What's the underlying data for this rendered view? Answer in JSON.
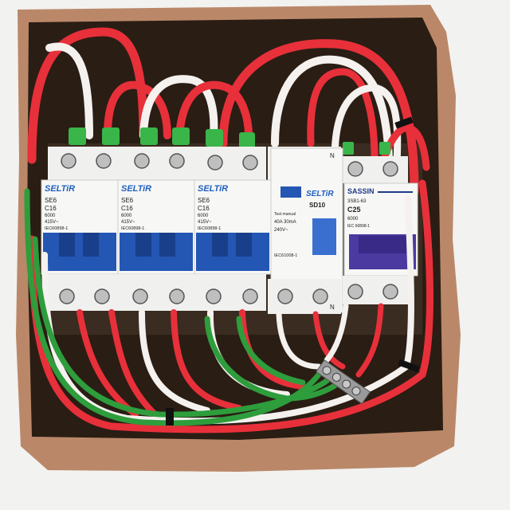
{
  "colors": {
    "wall": "#f2f2f0",
    "cavity": "#2a1d14",
    "rust": "#9a5a34",
    "wire_red": "#e8303a",
    "wire_white": "#f4f1ee",
    "wire_green": "#2e9d3c",
    "breaker_body": "#f7f7f5",
    "breaker_blue": "#2456b4",
    "brand_blue": "#1f5fbf",
    "rcd_blue": "#3a6fd0",
    "purple": "#4b3aa0"
  },
  "breakers": [
    {
      "brand": "SELTiR",
      "model": "SE6",
      "rating": "C16",
      "code": "6000",
      "voltage": "415V~",
      "standard": "IEC60898-1"
    },
    {
      "brand": "SELTiR",
      "model": "SE6",
      "rating": "C16",
      "code": "6000",
      "voltage": "415V~",
      "standard": "IEC60898-1"
    },
    {
      "brand": "SELTiR",
      "model": "SE6",
      "rating": "C16",
      "code": "6000",
      "voltage": "415V~",
      "standard": "IEC60898-1"
    }
  ],
  "rcd": {
    "brand": "SELTiR",
    "model": "SD10",
    "test": "Test manual",
    "rating": "40A  30mA",
    "voltage": "240V~",
    "standard": "IEC61008-1",
    "terminal": "N"
  },
  "sassin": {
    "brand": "SASSIN",
    "model": "3SB1-63",
    "rating": "C25",
    "code": "6000",
    "standard": "IEC 60898-1"
  },
  "terminal_n_bottom": "N"
}
